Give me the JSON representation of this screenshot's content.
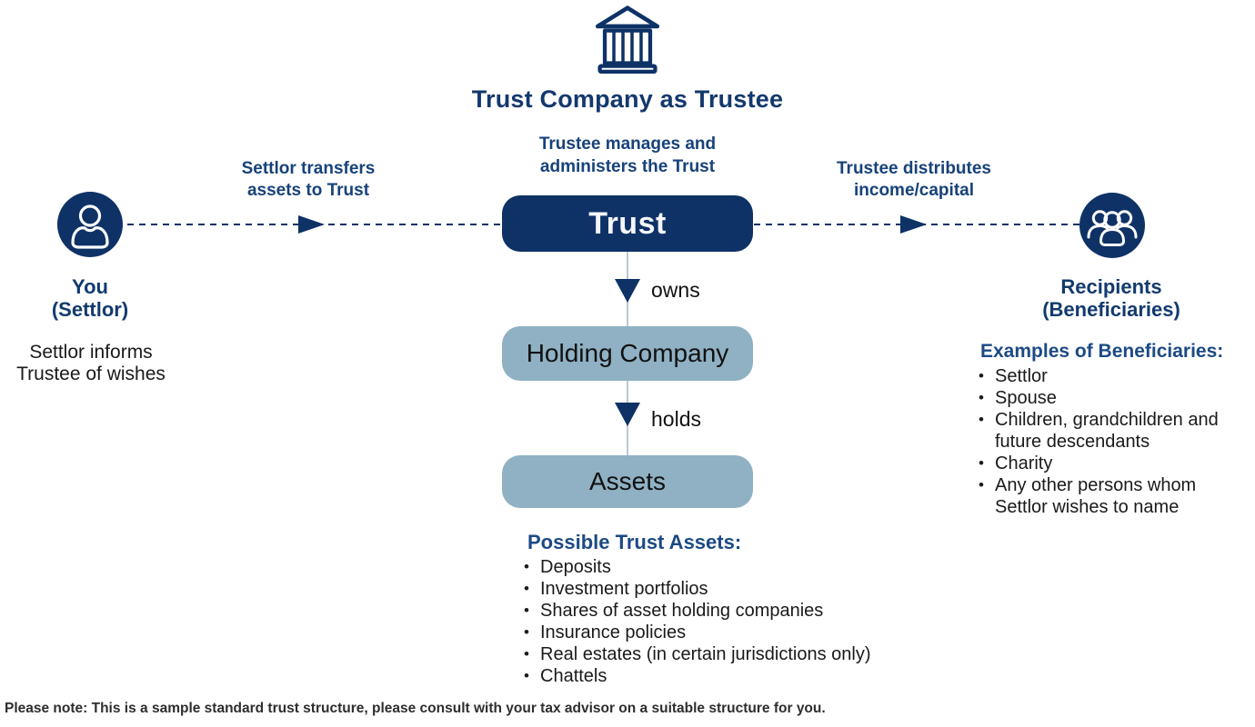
{
  "colors": {
    "navy": "#0E3266",
    "heading_blue": "#1C4A85",
    "light_box_blue": "#8FB1C3",
    "connector_gray": "#B9C8D8",
    "text_black": "#1A1A1A",
    "box_text_white": "#F4F6F9"
  },
  "header": {
    "icon": "bank-icon",
    "title": "Trust Company as Trustee"
  },
  "nodes": {
    "settlor": {
      "icon": "person-icon",
      "title": "You",
      "subtitle": "(Settlor)",
      "note_line1": "Settlor informs",
      "note_line2": "Trustee of wishes"
    },
    "trust": {
      "label": "Trust",
      "caption_line1": "Trustee manages and",
      "caption_line2": "administers the Trust"
    },
    "holding": {
      "label": "Holding Company"
    },
    "assets": {
      "label": "Assets"
    },
    "recipients": {
      "icon": "people-icon",
      "title": "Recipients",
      "subtitle": "(Beneficiaries)"
    }
  },
  "edges": {
    "transfer_line1": "Settlor transfers",
    "transfer_line2": "assets to Trust",
    "distribute_line1": "Trustee distributes",
    "distribute_line2": "income/capital",
    "owns": "owns",
    "holds": "holds"
  },
  "assets_section": {
    "heading": "Possible Trust Assets:",
    "items": [
      "Deposits",
      "Investment portfolios",
      "Shares of asset holding companies",
      "Insurance policies",
      "Real estates (in certain jurisdictions only)",
      "Chattels"
    ]
  },
  "beneficiaries_section": {
    "heading": "Examples of Beneficiaries:",
    "items": [
      "Settlor",
      "Spouse",
      "Children, grandchildren and future descendants",
      "Charity",
      "Any other persons whom Settlor wishes to name"
    ]
  },
  "footnote": "Please note: This is a sample standard trust structure, please consult with your tax advisor on a suitable structure for you."
}
